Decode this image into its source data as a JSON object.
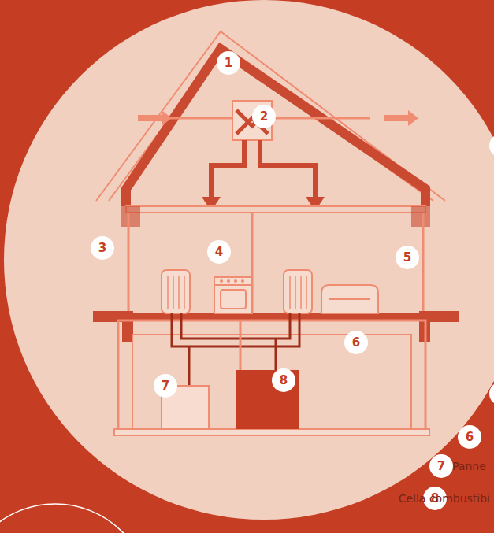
{
  "diagram": {
    "labels": [
      "1",
      "2",
      "3",
      "4",
      "5",
      "6",
      "7",
      "8",
      "6",
      "7",
      "Panne",
      "8",
      "Cella combustibi"
    ]
  }
}
